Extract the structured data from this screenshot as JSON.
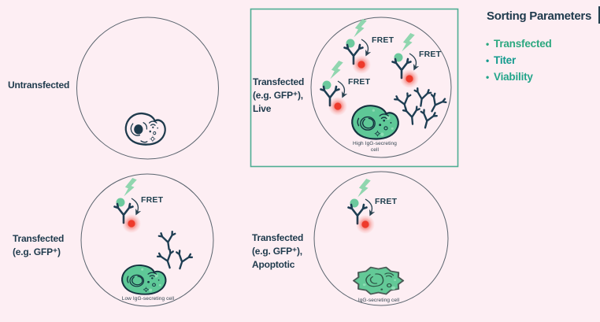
{
  "diagram_title_implicit": "FRET-based cell sorting diagram",
  "fret_label": "FRET",
  "panels": [
    {
      "name": "untransfected",
      "label_lines": [
        "Untransfected"
      ],
      "cell_caption_lines": []
    },
    {
      "name": "transfected-live",
      "label_lines": [
        "Transfected",
        "(e.g. GFP⁺),",
        "Live"
      ],
      "cell_caption_lines": [
        "High IgG-secreting",
        "cell"
      ],
      "highlighted": true
    },
    {
      "name": "transfected",
      "label_lines": [
        "Transfected",
        "(e.g. GFP⁺)"
      ],
      "cell_caption_lines": [
        "Low IgG-secreting cell"
      ]
    },
    {
      "name": "transfected-apoptotic",
      "label_lines": [
        "Transfected",
        "(e.g. GFP⁺),",
        "Apoptotic"
      ],
      "cell_caption_lines": [
        "IgG-secreting cell"
      ]
    }
  ],
  "sidebar": {
    "title": "Sorting Parameters",
    "bullet": "•",
    "items": [
      {
        "label": "Transfected",
        "color": "#2ca87f"
      },
      {
        "label": "Titer",
        "color": "#149a8e"
      },
      {
        "label": "Viability",
        "color": "#23a58a"
      }
    ]
  },
  "colors": {
    "background": "#fdeef3",
    "dark_navy": "#1e3a4c",
    "circle_outline": "#5a646e",
    "highlight_box_teal": "#4fae93",
    "cell_green": "#5ec897",
    "cell_green_light_spots": "#8bdcb3",
    "bolt_green": "#90d6af",
    "donor_green": "#6cc99d",
    "acceptor_red": "#ee3a2b"
  },
  "icons": [
    "lightning-bolt-icon",
    "donor-fluorophore-icon",
    "antibody-icon",
    "acceptor-glow-icon",
    "fret-transfer-arrow-icon",
    "cell-icon",
    "apoptotic-cell-icon"
  ]
}
